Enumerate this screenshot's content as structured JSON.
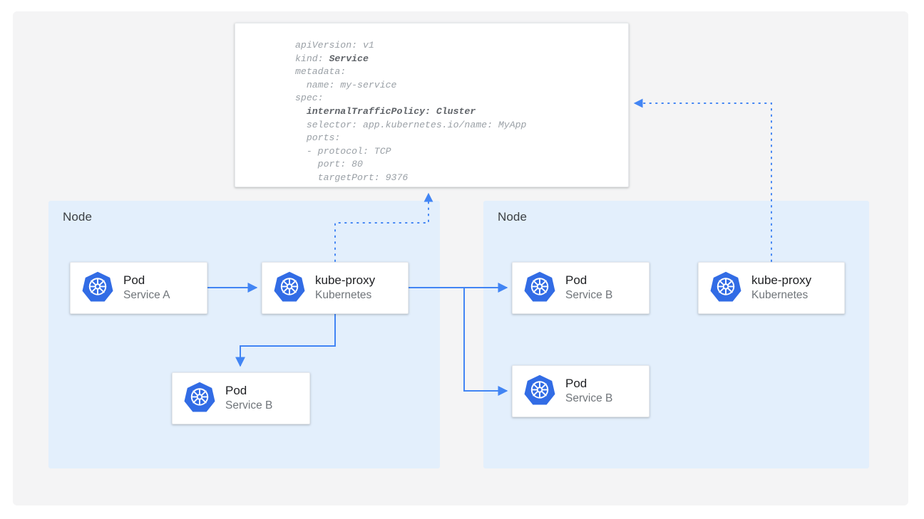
{
  "colors": {
    "page_background": "#ffffff",
    "canvas_background": "#f4f4f5",
    "node_background": "#e3effc",
    "card_background": "#ffffff",
    "arrow_blue": "#4285f4",
    "k8s_blue": "#326ce5",
    "title_text": "#202124",
    "subtitle_text": "#70757a",
    "code_text": "#9aa0a6",
    "code_bold_text": "#5f6368"
  },
  "yaml_panel": {
    "name": "service-manifest",
    "lines": [
      {
        "text": "apiVersion: v1",
        "bold": false
      },
      {
        "text": "kind: ",
        "bold_suffix": "Service"
      },
      {
        "text": "metadata:",
        "bold": false
      },
      {
        "text": "  name: my-service",
        "bold": false
      },
      {
        "text": "spec:",
        "bold": false
      },
      {
        "text": "  internalTrafficPolicy: Cluster",
        "bold": true
      },
      {
        "text": "  selector: app.kubernetes.io/name: MyApp",
        "bold": false
      },
      {
        "text": "  ports:",
        "bold": false
      },
      {
        "text": "  - protocol: TCP",
        "bold": false
      },
      {
        "text": "    port: 80",
        "bold": false
      },
      {
        "text": "    targetPort: 9376",
        "bold": false
      }
    ],
    "raw": "apiVersion: v1\nkind: Service\nmetadata:\n  name: my-service\nspec:\n  internalTrafficPolicy: Cluster\n  selector: app.kubernetes.io/name: MyApp\n  ports:\n  - protocol: TCP\n    port: 80\n    targetPort: 9376"
  },
  "nodes": [
    {
      "label": "Node",
      "id": "node-left"
    },
    {
      "label": "Node",
      "id": "node-right"
    }
  ],
  "cards": [
    {
      "id": "pod-service-a",
      "title": "Pod",
      "subtitle": "Service A",
      "icon": "kubernetes-icon"
    },
    {
      "id": "kube-proxy-left",
      "title": "kube-proxy",
      "subtitle": "Kubernetes",
      "icon": "kubernetes-icon"
    },
    {
      "id": "pod-service-b-left",
      "title": "Pod",
      "subtitle": "Service B",
      "icon": "kubernetes-icon"
    },
    {
      "id": "pod-service-b-top",
      "title": "Pod",
      "subtitle": "Service B",
      "icon": "kubernetes-icon"
    },
    {
      "id": "pod-service-b-bottom",
      "title": "Pod",
      "subtitle": "Service B",
      "icon": "kubernetes-icon"
    },
    {
      "id": "kube-proxy-right",
      "title": "kube-proxy",
      "subtitle": "Kubernetes",
      "icon": "kubernetes-icon"
    }
  ],
  "connections": [
    {
      "from": "pod-service-a",
      "to": "kube-proxy-left",
      "style": "solid"
    },
    {
      "from": "kube-proxy-left",
      "to": "pod-service-b-left",
      "style": "solid"
    },
    {
      "from": "kube-proxy-left",
      "to": "pod-service-b-top",
      "style": "solid"
    },
    {
      "from": "kube-proxy-left",
      "to": "pod-service-b-bottom",
      "style": "solid"
    },
    {
      "from": "kube-proxy-left",
      "to": "service-manifest",
      "style": "dotted"
    },
    {
      "from": "kube-proxy-right",
      "to": "service-manifest",
      "style": "dotted"
    }
  ]
}
